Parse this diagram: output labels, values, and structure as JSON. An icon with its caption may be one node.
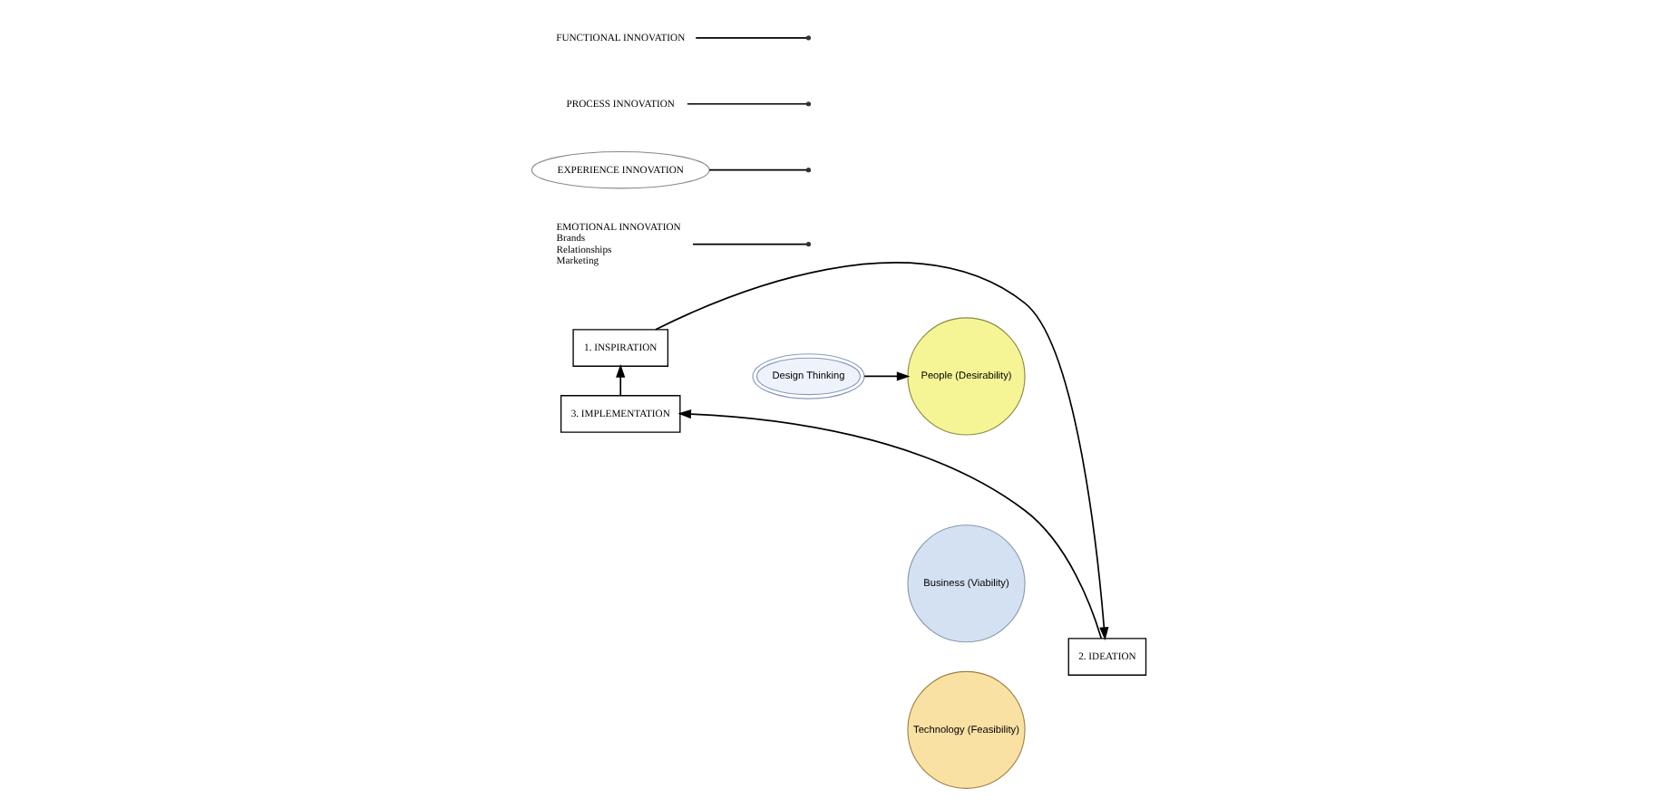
{
  "diagram": {
    "nodes": [
      {
        "text": [
          "1. INSPIRATION"
        ]
      },
      {
        "text": [
          "2. IDEATION"
        ]
      },
      {
        "text": [
          "3. IMPLEMENTATION"
        ]
      },
      {
        "text": [
          "EMOTIONAL INNOVATION",
          "Brands",
          "Relationships",
          "Marketing"
        ]
      },
      {
        "text": [
          "Business (Viability)"
        ]
      },
      {
        "text": [
          "People (Desirability)"
        ]
      },
      {
        "text": [
          "Technology (Feasibility)"
        ]
      },
      {
        "text": [
          "EXPERIENCE INNOVATION"
        ]
      },
      {
        "text": [
          "Design Thinking"
        ]
      },
      {
        "text": [
          "PROCESS INNOVATION"
        ]
      },
      {
        "text": [
          "FUNCTIONAL INNOVATION"
        ]
      }
    ],
    "edges": [
      {
        "from": 0,
        "to": 1,
        "arrow": "to"
      },
      {
        "from": 1,
        "to": 2,
        "arrow": "to"
      },
      {
        "from": 2,
        "to": 0,
        "arrow": "to"
      },
      {
        "from": 8,
        "to": 5,
        "arrow": "to"
      },
      {
        "from": 3,
        "to": null,
        "arrow": "none"
      },
      {
        "from": 7,
        "to": null,
        "arrow": "none"
      },
      {
        "from": 9,
        "to": null,
        "arrow": "none"
      },
      {
        "from": 10,
        "to": null,
        "arrow": "none"
      }
    ]
  }
}
